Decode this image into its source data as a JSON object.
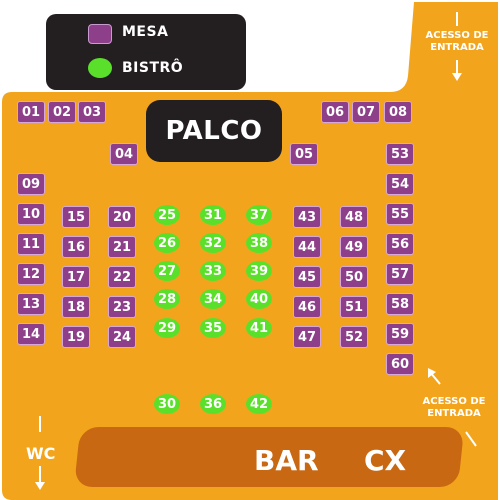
{
  "legend": {
    "mesa_label": "MESA",
    "bistro_label": "BISTRÔ",
    "mesa_color": "#8e3f8a",
    "bistro_color": "#5ae02b"
  },
  "stage_label": "PALCO",
  "bar_label": "BAR",
  "cashier_label": "CX",
  "restroom_label": "WC",
  "entrance_top_label": [
    "ACESSO DE",
    "ENTRADA"
  ],
  "entrance_side_label": [
    "ACESSO DE",
    "ENTRADA"
  ],
  "colors": {
    "floor": "#f2a51c",
    "bar": "#c96812",
    "dark": "#231f20"
  },
  "mesa_tables": [
    "01",
    "02",
    "03",
    "04",
    "05",
    "06",
    "07",
    "08",
    "09",
    "10",
    "11",
    "12",
    "13",
    "14",
    "15",
    "16",
    "17",
    "18",
    "19",
    "20",
    "21",
    "22",
    "23",
    "24",
    "43",
    "44",
    "45",
    "46",
    "47",
    "48",
    "49",
    "50",
    "51",
    "52",
    "53",
    "54",
    "55",
    "56",
    "57",
    "58",
    "59",
    "60"
  ],
  "bistro_tables": [
    "25",
    "26",
    "27",
    "28",
    "29",
    "30",
    "31",
    "32",
    "33",
    "34",
    "35",
    "36",
    "37",
    "38",
    "39",
    "40",
    "41",
    "42"
  ]
}
